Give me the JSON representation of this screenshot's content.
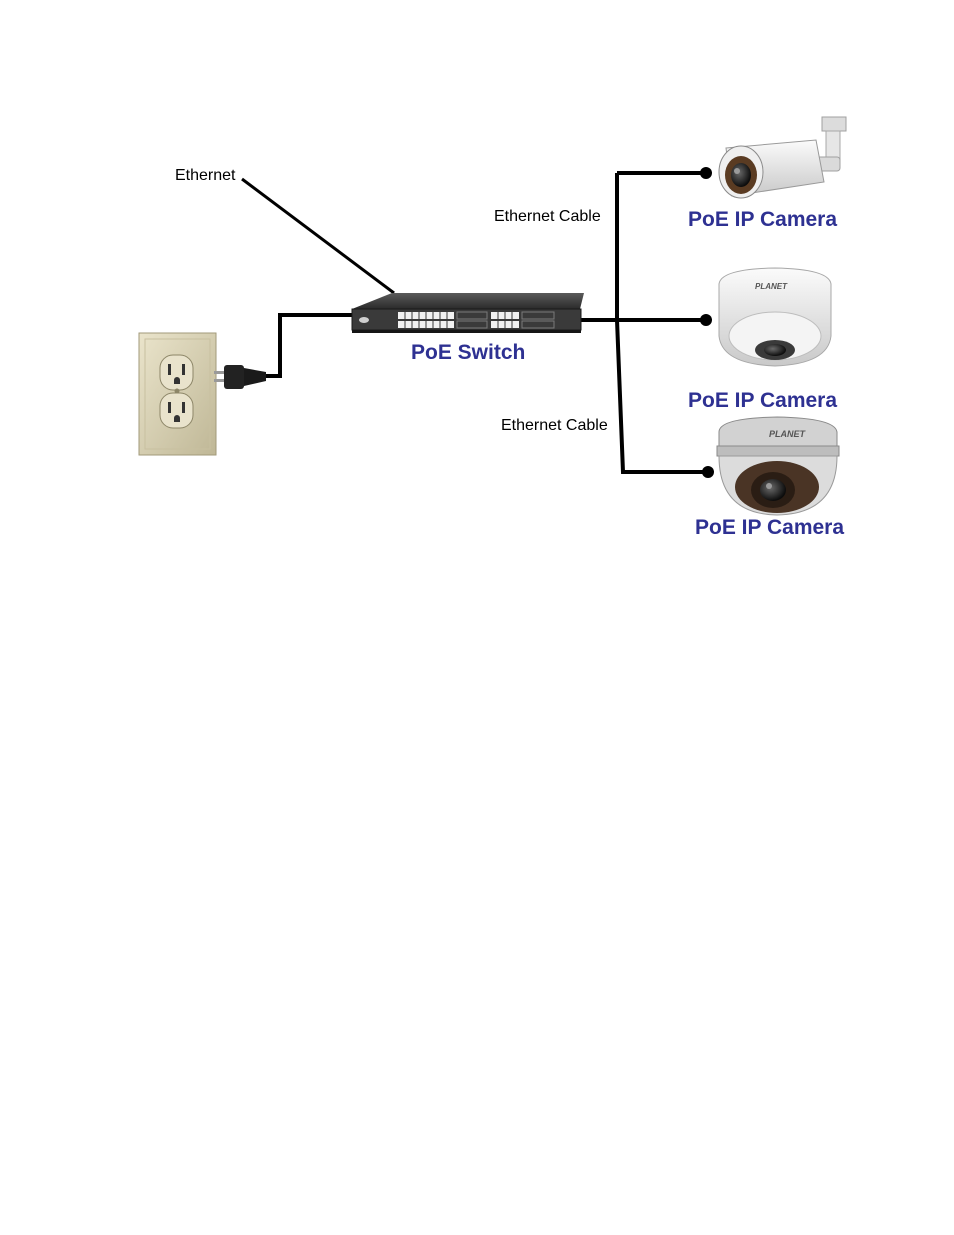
{
  "colors": {
    "label_blue": "#2e3192",
    "cable": "#000000",
    "switch_body": "#2b2b2b",
    "wall_plate": "#d7d0b3",
    "camera_body": "#ececec"
  },
  "labels": {
    "ethernet": "Ethernet",
    "switch": "PoE Switch",
    "cable_top": "Ethernet Cable",
    "cable_bottom": "Ethernet Cable",
    "camera_1": "PoE IP Camera",
    "camera_2": "PoE IP Camera",
    "camera_3": "PoE IP Camera"
  },
  "icons": {
    "outlet": "power-outlet-icon",
    "plug": "power-plug-icon",
    "switch": "network-switch-icon",
    "camera_1": "bullet-camera-icon",
    "camera_2": "dome-camera-icon",
    "camera_3": "vandal-dome-camera-icon"
  },
  "brand_text": {
    "camera_2": "PLANET",
    "camera_3": "PLANET"
  }
}
